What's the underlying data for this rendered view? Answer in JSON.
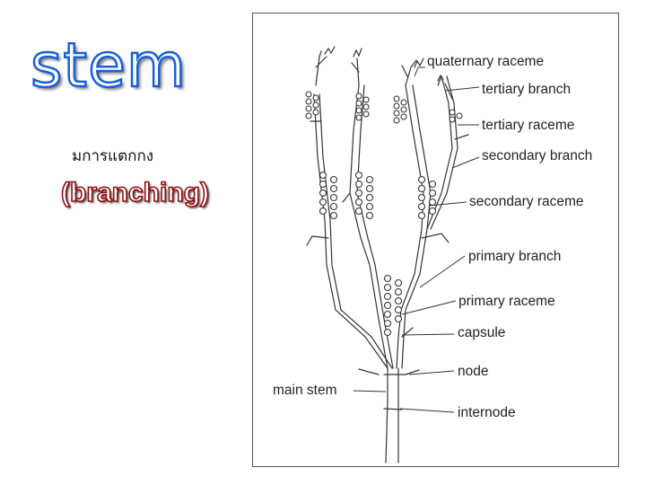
{
  "slide": {
    "title": "stem",
    "subtitle_thai": "มการแตกกง",
    "subtitle": "(branching)"
  },
  "diagram": {
    "labels": {
      "quaternary_raceme": "quaternary raceme",
      "tertiary_branch": "tertiary branch",
      "tertiary_raceme": "tertiary raceme",
      "secondary_branch": "secondary branch",
      "secondary_raceme": "secondary raceme",
      "primary_branch": "primary branch",
      "primary_raceme": "primary raceme",
      "capsule": "capsule",
      "node": "node",
      "main_stem": "main stem",
      "internode": "internode"
    }
  },
  "colors": {
    "title_outline": "#1a5fd6",
    "subtitle_outline": "#8b0f0f",
    "line": "#333333"
  }
}
